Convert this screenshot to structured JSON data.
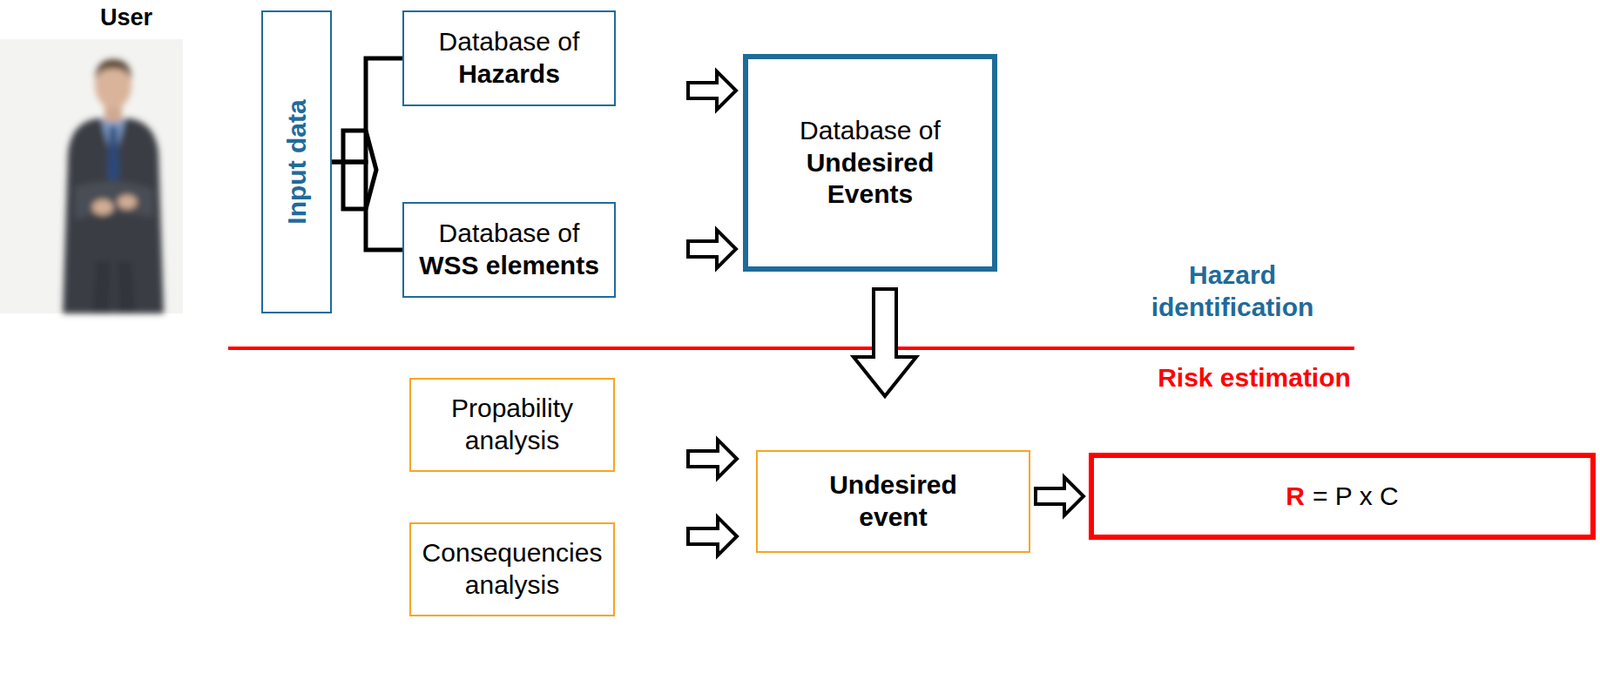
{
  "diagram": {
    "nodes": [
      {
        "text": [
          "Input data"
        ]
      },
      {
        "text": [
          "Database of",
          "Hazards"
        ]
      },
      {
        "text": [
          "Database of",
          "WSS elements"
        ]
      },
      {
        "text": [
          "Database of",
          "Undesired Events"
        ]
      },
      {
        "text": [
          "Propability analysis"
        ]
      },
      {
        "text": [
          "Consequencies analysis"
        ]
      },
      {
        "text": [
          "Undesired event"
        ]
      },
      {
        "text": [
          "R",
          "= P x C"
        ]
      }
    ],
    "edges": [
      {
        "from": 0,
        "to": 1,
        "arrow": "none"
      },
      {
        "from": 0,
        "to": 2,
        "arrow": "none"
      },
      {
        "from": 1,
        "to": 3,
        "arrow": "to"
      },
      {
        "from": 2,
        "to": 3,
        "arrow": "to"
      },
      {
        "from": 3,
        "to": 6,
        "arrow": "to"
      },
      {
        "from": 4,
        "to": 6,
        "arrow": "to"
      },
      {
        "from": 5,
        "to": 6,
        "arrow": "to"
      },
      {
        "from": 6,
        "to": 7,
        "arrow": "to"
      }
    ],
    "labels": [
      "User",
      "Hazard identification",
      "Risk estimation"
    ]
  }
}
